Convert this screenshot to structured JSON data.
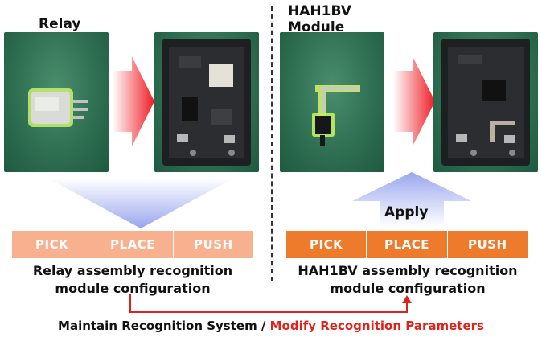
{
  "left": {
    "title": "Relay",
    "steps": [
      "PICK",
      "PLACE",
      "PUSH"
    ],
    "caption_line1": "Relay assembly recognition",
    "caption_line2": "module configuration"
  },
  "right": {
    "title_line1": "HAH1BV",
    "title_line2": "Module",
    "apply_label": "Apply",
    "steps": [
      "PICK",
      "PLACE",
      "PUSH"
    ],
    "caption_line1": "HAH1BV assembly recognition",
    "caption_line2": "module configuration"
  },
  "footer": {
    "text_main": "Maintain Recognition System / ",
    "text_red": "Modify Recognition Parameters"
  },
  "colors": {
    "left_bar": "#f7b18e",
    "right_bar": "#ee7a2c",
    "red_accent": "#e3211b",
    "blue_arrow": "#b9c3f2"
  }
}
